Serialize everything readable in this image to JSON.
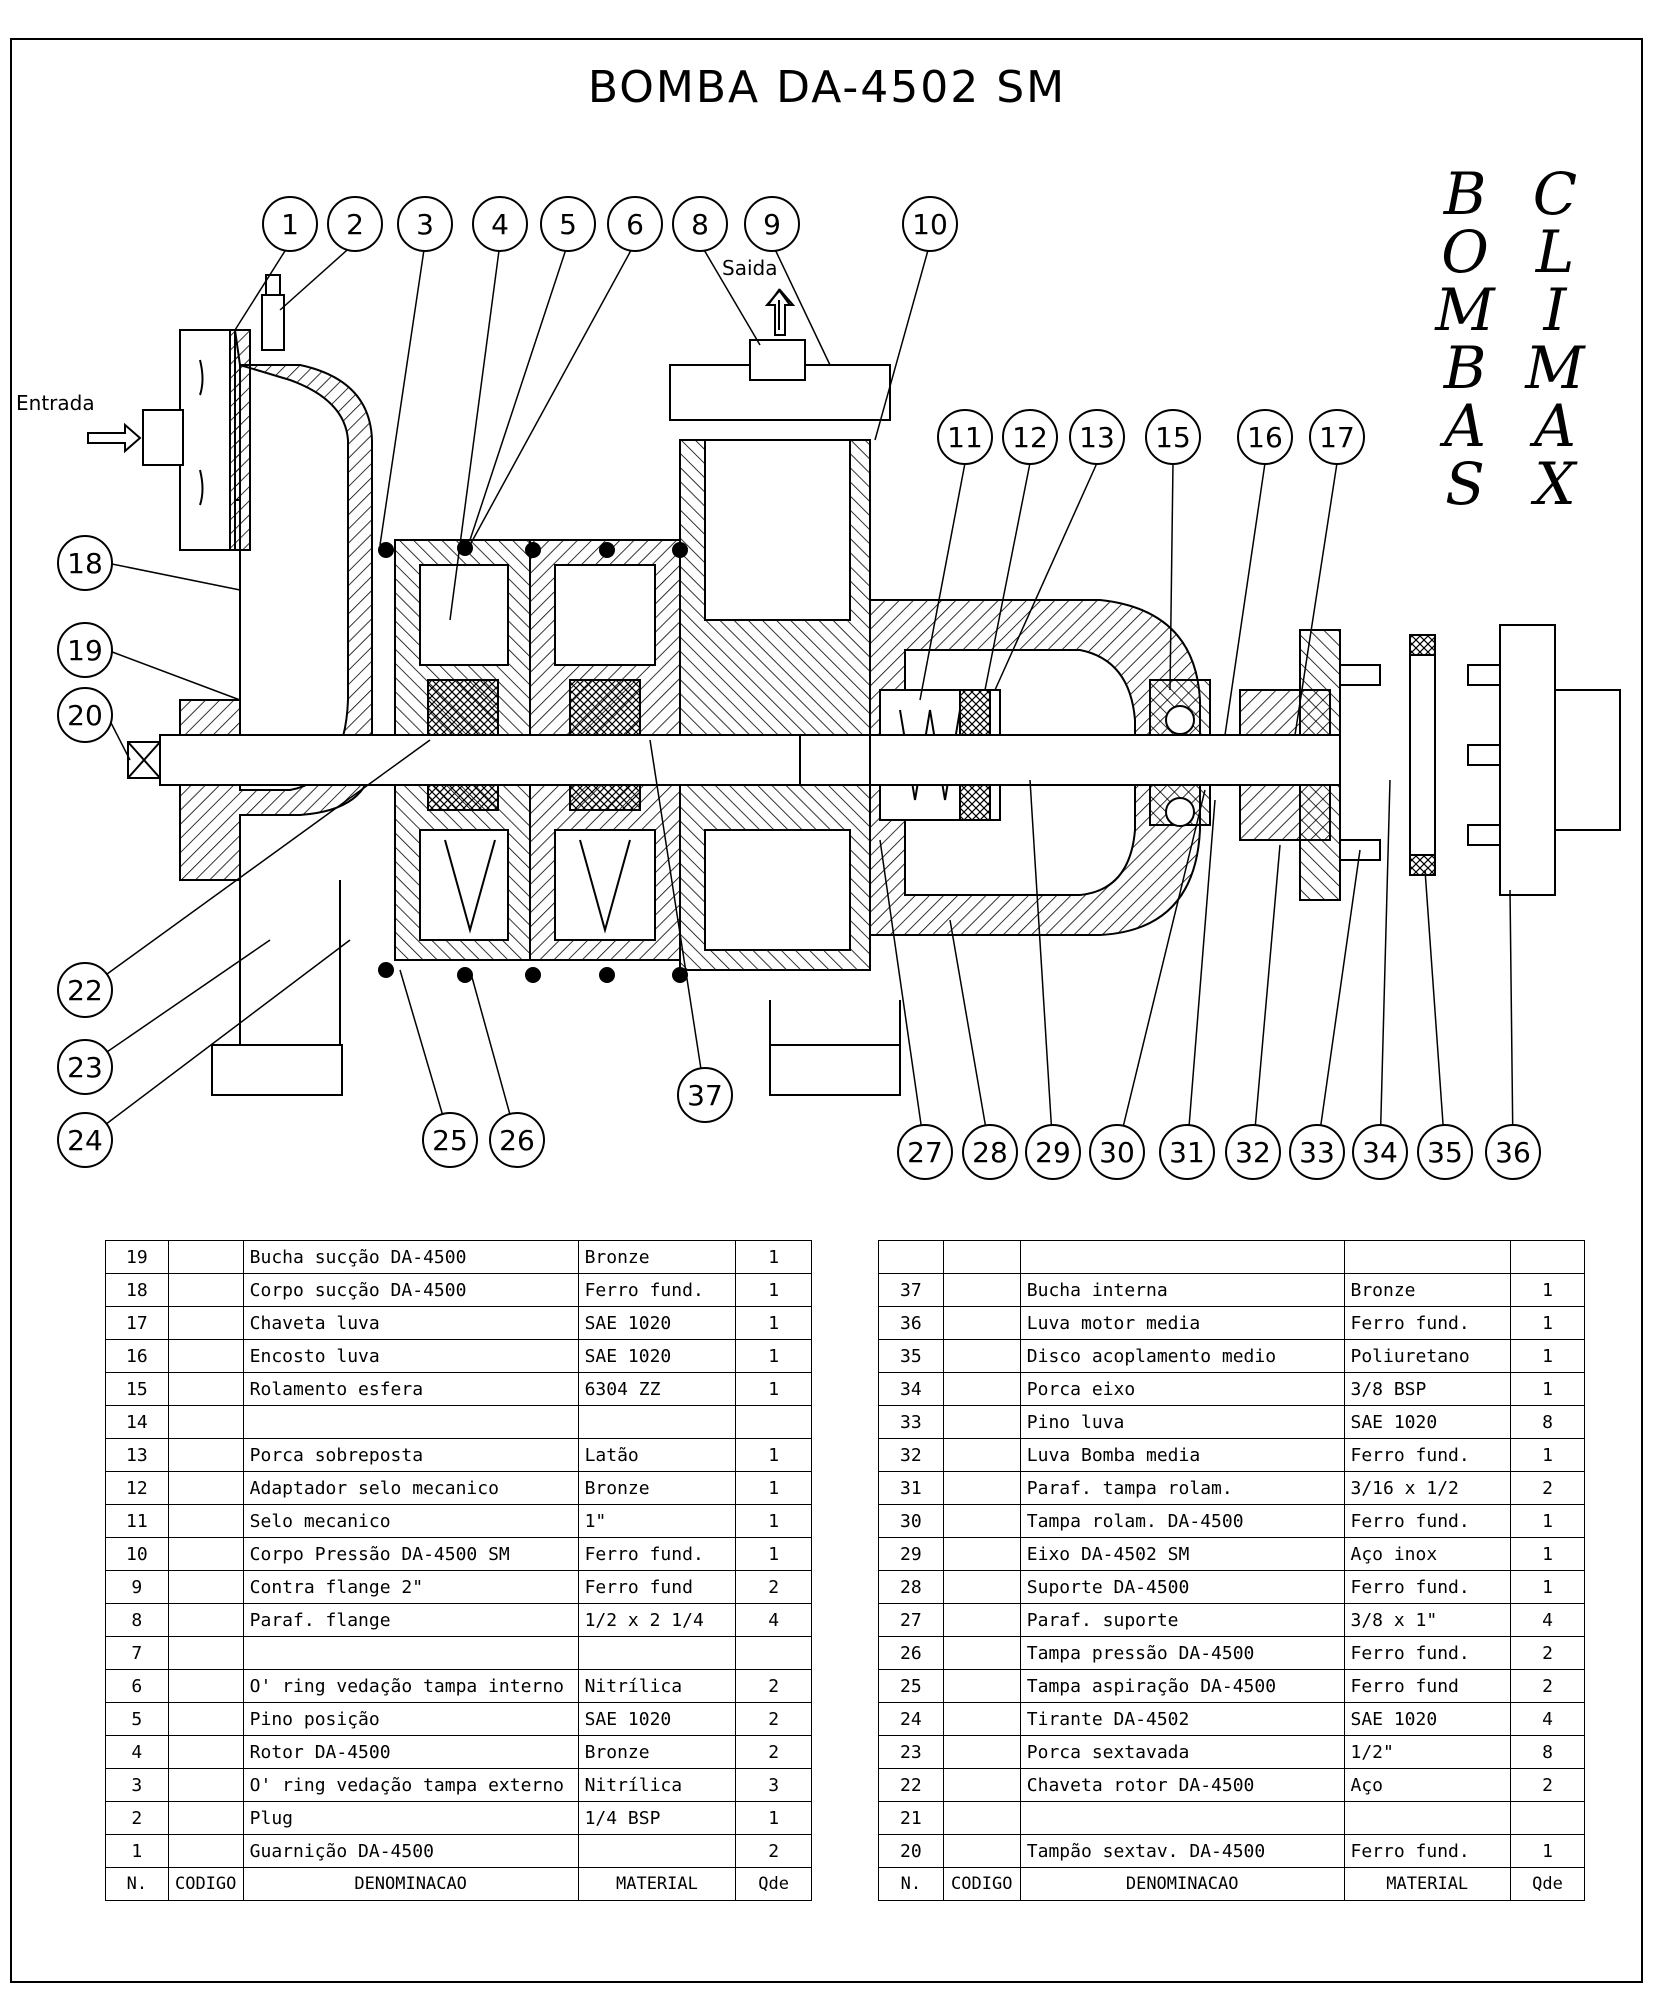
{
  "title": "BOMBA DA-4502 SM",
  "brand": {
    "col1": [
      "B",
      "O",
      "M",
      "B",
      "A",
      "S"
    ],
    "col2": [
      "C",
      "L",
      "I",
      "M",
      "A",
      "X"
    ]
  },
  "labels": {
    "inlet": "Entrada",
    "outlet": "Saida"
  },
  "callouts": [
    "1",
    "2",
    "3",
    "4",
    "5",
    "6",
    "8",
    "9",
    "10",
    "11",
    "12",
    "13",
    "15",
    "16",
    "17",
    "18",
    "19",
    "20",
    "22",
    "23",
    "24",
    "25",
    "26",
    "27",
    "28",
    "29",
    "30",
    "31",
    "32",
    "33",
    "34",
    "35",
    "36",
    "37"
  ],
  "table_headers": {
    "n": "N.",
    "codigo": "CODIGO",
    "denominacao": "DENOMINACAO",
    "material": "MATERIAL",
    "qde": "Qde"
  },
  "left_table": [
    {
      "n": "19",
      "codigo": "",
      "denominacao": "Bucha sucção DA-4500",
      "material": "Bronze",
      "qde": "1"
    },
    {
      "n": "18",
      "codigo": "",
      "denominacao": "Corpo sucção DA-4500",
      "material": "Ferro fund.",
      "qde": "1"
    },
    {
      "n": "17",
      "codigo": "",
      "denominacao": "Chaveta luva",
      "material": "SAE 1020",
      "qde": "1"
    },
    {
      "n": "16",
      "codigo": "",
      "denominacao": "Encosto luva",
      "material": "SAE 1020",
      "qde": "1"
    },
    {
      "n": "15",
      "codigo": "",
      "denominacao": "Rolamento esfera",
      "material": "6304 ZZ",
      "qde": "1"
    },
    {
      "n": "14",
      "codigo": "",
      "denominacao": "",
      "material": "",
      "qde": ""
    },
    {
      "n": "13",
      "codigo": "",
      "denominacao": "Porca sobreposta",
      "material": "Latão",
      "qde": "1"
    },
    {
      "n": "12",
      "codigo": "",
      "denominacao": "Adaptador selo mecanico",
      "material": "Bronze",
      "qde": "1"
    },
    {
      "n": "11",
      "codigo": "",
      "denominacao": "Selo mecanico",
      "material": "1\"",
      "qde": "1"
    },
    {
      "n": "10",
      "codigo": "",
      "denominacao": "Corpo Pressão DA-4500 SM",
      "material": "Ferro fund.",
      "qde": "1"
    },
    {
      "n": "9",
      "codigo": "",
      "denominacao": "Contra flange 2\"",
      "material": "Ferro fund",
      "qde": "2"
    },
    {
      "n": "8",
      "codigo": "",
      "denominacao": "Paraf. flange",
      "material": "1/2 x 2 1/4",
      "qde": "4"
    },
    {
      "n": "7",
      "codigo": "",
      "denominacao": "",
      "material": "",
      "qde": ""
    },
    {
      "n": "6",
      "codigo": "",
      "denominacao": "O' ring vedação tampa interno",
      "material": "Nitrílica",
      "qde": "2"
    },
    {
      "n": "5",
      "codigo": "",
      "denominacao": "Pino posição",
      "material": "SAE 1020",
      "qde": "2"
    },
    {
      "n": "4",
      "codigo": "",
      "denominacao": "Rotor DA-4500",
      "material": "Bronze",
      "qde": "2"
    },
    {
      "n": "3",
      "codigo": "",
      "denominacao": "O' ring vedação tampa externo",
      "material": "Nitrílica",
      "qde": "3"
    },
    {
      "n": "2",
      "codigo": "",
      "denominacao": "Plug",
      "material": "1/4 BSP",
      "qde": "1"
    },
    {
      "n": "1",
      "codigo": "",
      "denominacao": "Guarnição DA-4500",
      "material": "",
      "qde": "2"
    }
  ],
  "right_table": [
    {
      "n": "",
      "codigo": "",
      "denominacao": "",
      "material": "",
      "qde": ""
    },
    {
      "n": "37",
      "codigo": "",
      "denominacao": "Bucha interna",
      "material": "Bronze",
      "qde": "1"
    },
    {
      "n": "36",
      "codigo": "",
      "denominacao": "Luva motor media",
      "material": "Ferro fund.",
      "qde": "1"
    },
    {
      "n": "35",
      "codigo": "",
      "denominacao": "Disco acoplamento medio",
      "material": "Poliuretano",
      "qde": "1"
    },
    {
      "n": "34",
      "codigo": "",
      "denominacao": "Porca eixo",
      "material": "3/8 BSP",
      "qde": "1"
    },
    {
      "n": "33",
      "codigo": "",
      "denominacao": "Pino luva",
      "material": "SAE 1020",
      "qde": "8"
    },
    {
      "n": "32",
      "codigo": "",
      "denominacao": "Luva Bomba media",
      "material": "Ferro fund.",
      "qde": "1"
    },
    {
      "n": "31",
      "codigo": "",
      "denominacao": "Paraf. tampa rolam.",
      "material": "3/16 x 1/2",
      "qde": "2"
    },
    {
      "n": "30",
      "codigo": "",
      "denominacao": "Tampa rolam. DA-4500",
      "material": "Ferro fund.",
      "qde": "1"
    },
    {
      "n": "29",
      "codigo": "",
      "denominacao": "Eixo DA-4502 SM",
      "material": "Aço inox",
      "qde": "1"
    },
    {
      "n": "28",
      "codigo": "",
      "denominacao": "Suporte DA-4500",
      "material": "Ferro fund.",
      "qde": "1"
    },
    {
      "n": "27",
      "codigo": "",
      "denominacao": "Paraf. suporte",
      "material": "3/8 x 1\"",
      "qde": "4"
    },
    {
      "n": "26",
      "codigo": "",
      "denominacao": "Tampa pressão DA-4500",
      "material": "Ferro fund.",
      "qde": "2"
    },
    {
      "n": "25",
      "codigo": "",
      "denominacao": "Tampa aspiração DA-4500",
      "material": "Ferro fund",
      "qde": "2"
    },
    {
      "n": "24",
      "codigo": "",
      "denominacao": "Tirante DA-4502",
      "material": "SAE 1020",
      "qde": "4"
    },
    {
      "n": "23",
      "codigo": "",
      "denominacao": "Porca sextavada",
      "material": "1/2\"",
      "qde": "8"
    },
    {
      "n": "22",
      "codigo": "",
      "denominacao": "Chaveta rotor DA-4500",
      "material": "Aço",
      "qde": "2"
    },
    {
      "n": "21",
      "codigo": "",
      "denominacao": "",
      "material": "",
      "qde": ""
    },
    {
      "n": "20",
      "codigo": "",
      "denominacao": "Tampão sextav. DA-4500",
      "material": "Ferro fund.",
      "qde": "1"
    }
  ]
}
